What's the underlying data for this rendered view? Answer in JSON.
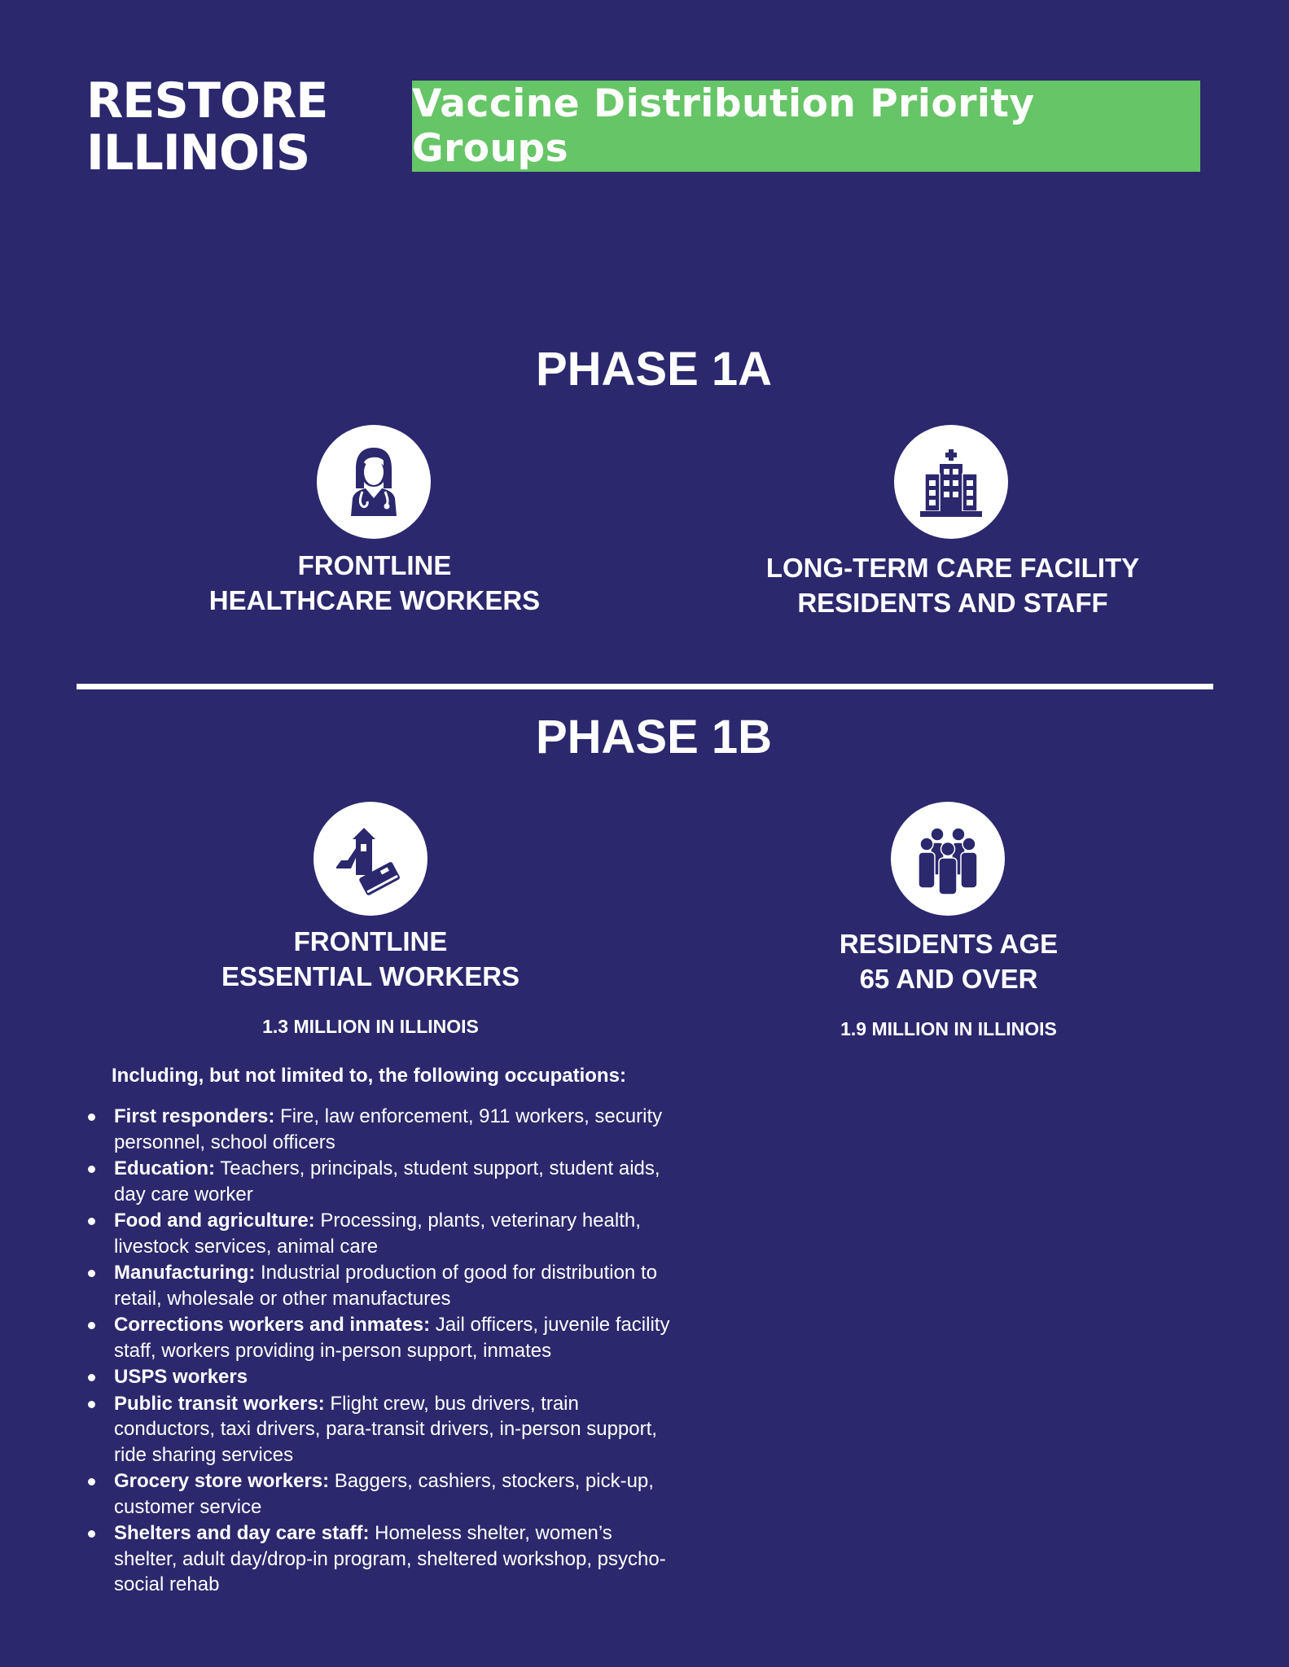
{
  "header": {
    "logo_line1": "RESTORE",
    "logo_line2": "ILLINOIS",
    "title": "Vaccine Distribution Priority Groups"
  },
  "colors": {
    "background": "#2b286d",
    "banner": "#66c566",
    "text": "#ffffff"
  },
  "phase_1a": {
    "heading": "PHASE 1A",
    "groups": [
      {
        "icon": "doctor-stethoscope-icon",
        "label_line1": "FRONTLINE",
        "label_line2": "HEALTHCARE WORKERS"
      },
      {
        "icon": "hospital-building-icon",
        "label_line1": "LONG-TERM CARE FACILITY",
        "label_line2": "RESIDENTS AND STAFF"
      }
    ]
  },
  "phase_1b": {
    "heading": "PHASE 1B",
    "groups": [
      {
        "icon": "playground-book-icon",
        "label_line1": "FRONTLINE",
        "label_line2": "ESSENTIAL WORKERS",
        "stat": "1.3 MILLION IN ILLINOIS"
      },
      {
        "icon": "people-group-icon",
        "label_line1": "RESIDENTS AGE",
        "label_line2": "65 AND OVER",
        "stat": "1.9 MILLION IN ILLINOIS"
      }
    ],
    "occupations_intro": "Including, but not limited to, the following occupations:",
    "occupations": [
      {
        "name": "First responders:",
        "detail": " Fire, law enforcement, 911 workers, security personnel, school officers"
      },
      {
        "name": "Education:",
        "detail": " Teachers, principals, student support, student aids, day care worker"
      },
      {
        "name": "Food and agriculture:",
        "detail": " Processing, plants, veterinary health, livestock services, animal care"
      },
      {
        "name": "Manufacturing:",
        "detail": " Industrial production of good for distribution to retail, wholesale or other manufactures"
      },
      {
        "name": "Corrections workers and inmates:",
        "detail": " Jail officers, juvenile facility staff, workers providing in-person support, inmates"
      },
      {
        "name": "USPS workers",
        "detail": ""
      },
      {
        "name": "Public transit workers:",
        "detail": " Flight crew, bus drivers, train conductors, taxi drivers, para-transit drivers, in-person support, ride sharing services"
      },
      {
        "name": "Grocery store workers:",
        "detail": " Baggers, cashiers, stockers, pick-up, customer service"
      },
      {
        "name": "Shelters and day care staff:",
        "detail": " Homeless shelter, women’s shelter, adult day/drop-in program, sheltered workshop, psycho-social rehab"
      }
    ]
  }
}
